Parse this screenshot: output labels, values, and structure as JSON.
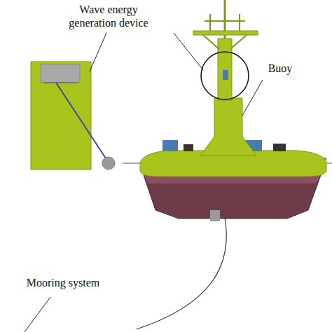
{
  "diagram": {
    "labels": [
      "Wave energy generation device",
      "Buoy",
      "Mooring system"
    ]
  }
}
